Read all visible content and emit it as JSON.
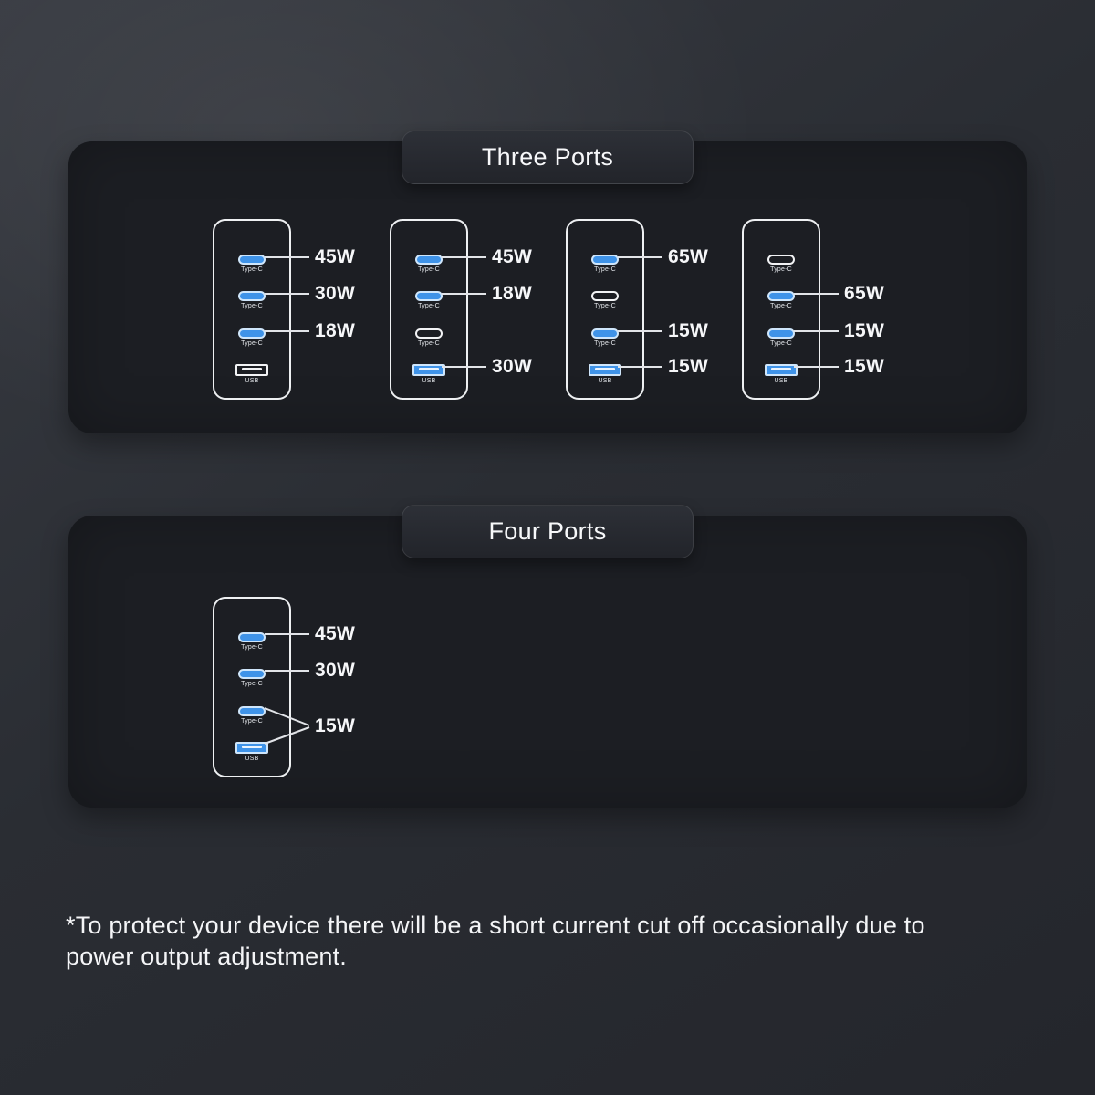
{
  "colors": {
    "background": "#2a2d33",
    "panel": "#1c1e23",
    "active_port_blue": "#3f93e8",
    "port_outline_white": "#f2f3f5",
    "text": "#f6f7f9"
  },
  "sections": [
    {
      "title": "Three Ports",
      "chargers": [
        {
          "ports": [
            {
              "type": "type-c",
              "state": "active",
              "label": "Type-C",
              "watt": "45W"
            },
            {
              "type": "type-c",
              "state": "active",
              "label": "Type-C",
              "watt": "30W"
            },
            {
              "type": "type-c",
              "state": "active",
              "label": "Type-C",
              "watt": "18W"
            },
            {
              "type": "usb-a",
              "state": "inactive",
              "label": "USB"
            }
          ]
        },
        {
          "ports": [
            {
              "type": "type-c",
              "state": "active",
              "label": "Type-C",
              "watt": "45W"
            },
            {
              "type": "type-c",
              "state": "active",
              "label": "Type-C",
              "watt": "18W"
            },
            {
              "type": "type-c",
              "state": "inactive",
              "label": "Type-C"
            },
            {
              "type": "usb-a",
              "state": "active",
              "label": "USB",
              "watt": "30W"
            }
          ]
        },
        {
          "ports": [
            {
              "type": "type-c",
              "state": "active",
              "label": "Type-C",
              "watt": "65W"
            },
            {
              "type": "type-c",
              "state": "inactive",
              "label": "Type-C"
            },
            {
              "type": "type-c",
              "state": "active",
              "label": "Type-C",
              "watt": "15W"
            },
            {
              "type": "usb-a",
              "state": "active",
              "label": "USB",
              "watt": "15W"
            }
          ]
        },
        {
          "ports": [
            {
              "type": "type-c",
              "state": "inactive",
              "label": "Type-C"
            },
            {
              "type": "type-c",
              "state": "active",
              "label": "Type-C",
              "watt": "65W"
            },
            {
              "type": "type-c",
              "state": "active",
              "label": "Type-C",
              "watt": "15W"
            },
            {
              "type": "usb-a",
              "state": "active",
              "label": "USB",
              "watt": "15W"
            }
          ]
        }
      ]
    },
    {
      "title": "Four Ports",
      "chargers": [
        {
          "shared_watt": "15W",
          "ports": [
            {
              "type": "type-c",
              "state": "active",
              "label": "Type-C",
              "watt": "45W"
            },
            {
              "type": "type-c",
              "state": "active",
              "label": "Type-C",
              "watt": "30W"
            },
            {
              "type": "type-c",
              "state": "active",
              "label": "Type-C"
            },
            {
              "type": "usb-a",
              "state": "active",
              "label": "USB"
            }
          ]
        }
      ]
    }
  ],
  "footnote": "*To protect your device there will be a short current cut off occasionally due to power output adjustment."
}
